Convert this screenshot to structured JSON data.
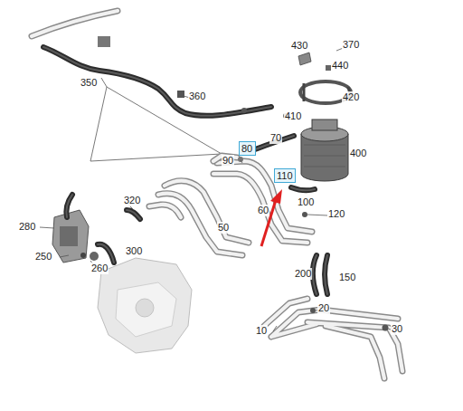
{
  "diagram": {
    "nodes": [
      {
        "text": [
          "80"
        ]
      },
      {
        "text": [
          "110"
        ]
      }
    ],
    "labels": [
      "370",
      "350",
      "360",
      "430",
      "440",
      "420",
      "410",
      "400",
      "70",
      "90",
      "320",
      "280",
      "250",
      "260",
      "300",
      "50",
      "60",
      "100",
      "120",
      "200",
      "150",
      "20",
      "10",
      "30"
    ]
  }
}
